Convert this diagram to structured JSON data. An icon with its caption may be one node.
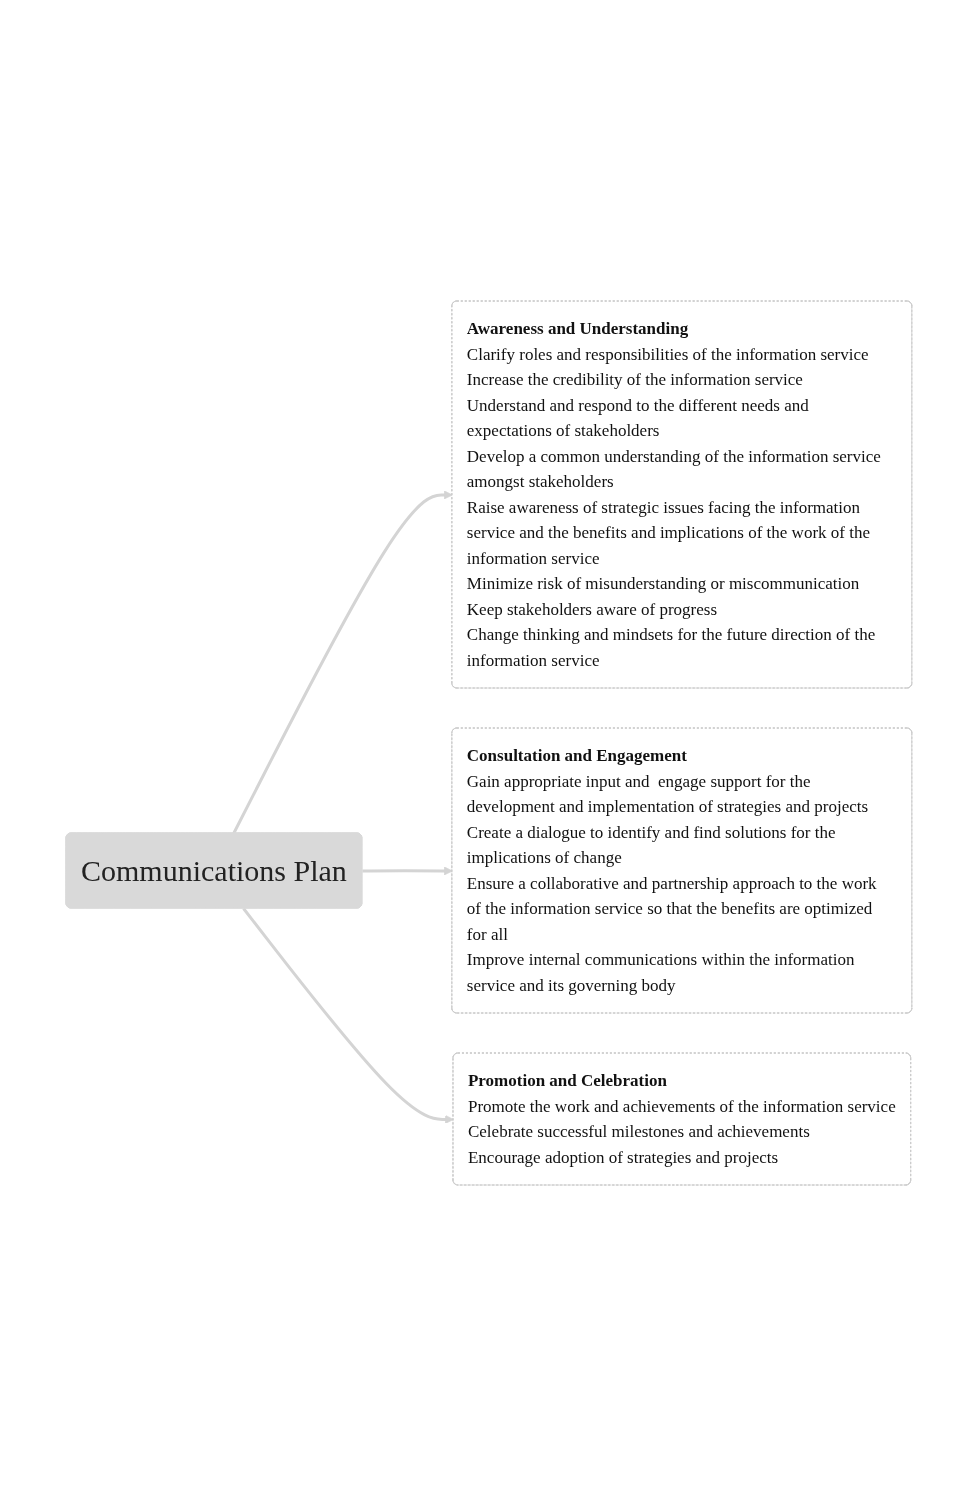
{
  "diagram": {
    "nodes": [
      {
        "text": [
          "Communications Plan"
        ]
      },
      {
        "text": [
          "Awareness and Understanding",
          "Clarify roles and responsibilities of the information service",
          "Increase the credibility of the information service",
          "Understand and respond to the different needs and expectations of stakeholders",
          "Develop a common understanding of the information service amongst stakeholders",
          "Raise awareness of strategic issues facing the information service and the benefits and implications of the work of the information service",
          "Minimize risk of misunderstanding or miscommunication",
          "Keep stakeholders aware of progress",
          "Change thinking and mindsets for the future direction of the information service"
        ]
      },
      {
        "text": [
          "Consultation and Engagement",
          "Gain appropriate input and  engage support for the development and implementation of strategies and projects",
          "Create a dialogue to identify and find solutions for the implications of change",
          "Ensure a collaborative and partnership approach to the work of the information service so that the benefits are optimized for all",
          "Improve internal communications within the information service and its governing body"
        ]
      },
      {
        "text": [
          "Promotion and Celebration",
          "Promote the work and achievements of the information service",
          "Celebrate successful milestones and achievements",
          "Encourage adoption of strategies and projects"
        ]
      }
    ],
    "edges": [
      {
        "from": 0,
        "to": 1,
        "arrow": "to"
      },
      {
        "from": 0,
        "to": 2,
        "arrow": "to"
      },
      {
        "from": 0,
        "to": 3,
        "arrow": "to"
      }
    ]
  }
}
